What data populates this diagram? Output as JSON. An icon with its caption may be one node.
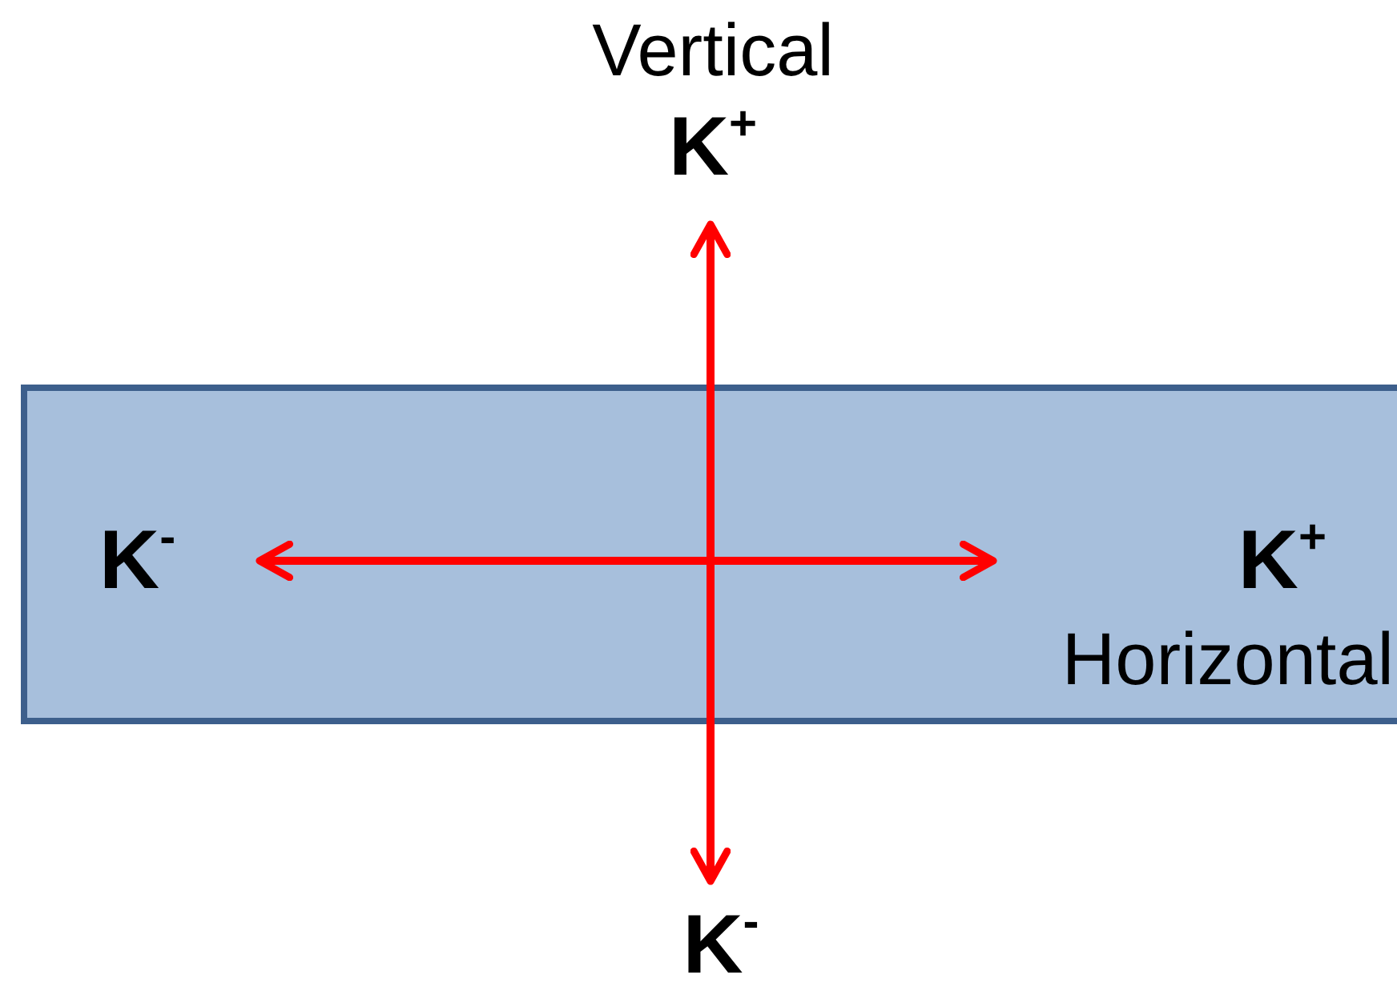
{
  "diagram": {
    "nodes": [
      {
        "text": [],
        "shape": "bar"
      },
      {
        "text": [
          "Vertical",
          "K$^{+}$"
        ]
      },
      {
        "text": [
          "K$^{-}$"
        ],
        "in": 0
      },
      {
        "text": [
          "K$^{+}$",
          "Horizontal"
        ],
        "in": 0
      },
      {
        "text": [
          "K$^{-}$"
        ]
      }
    ],
    "edges": [
      {
        "from": 2,
        "to": 3,
        "arrow": "both"
      },
      {
        "from": 4,
        "to": 1,
        "arrow": "both"
      }
    ]
  }
}
